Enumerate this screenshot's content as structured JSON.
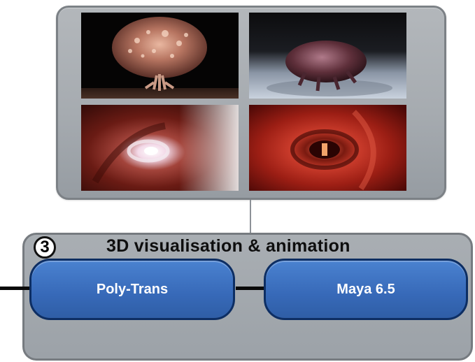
{
  "renderings": [
    {
      "subject": "tree-like vessel structure on dark background"
    },
    {
      "subject": "organ structure on light floor"
    },
    {
      "subject": "tunnel view into vessel lumen"
    },
    {
      "subject": "red tunnel view with opening"
    }
  ],
  "workflow": {
    "step_number": "3",
    "title": "3D visualisation & animation",
    "steps": [
      {
        "label": "Poly-Trans"
      },
      {
        "label": "Maya 6.5"
      }
    ]
  },
  "colors": {
    "step_box": "#3a6fc0",
    "step_box_border": "#0d2e63",
    "panel": "#a6abb0",
    "arrow": "#0a0a0a"
  }
}
